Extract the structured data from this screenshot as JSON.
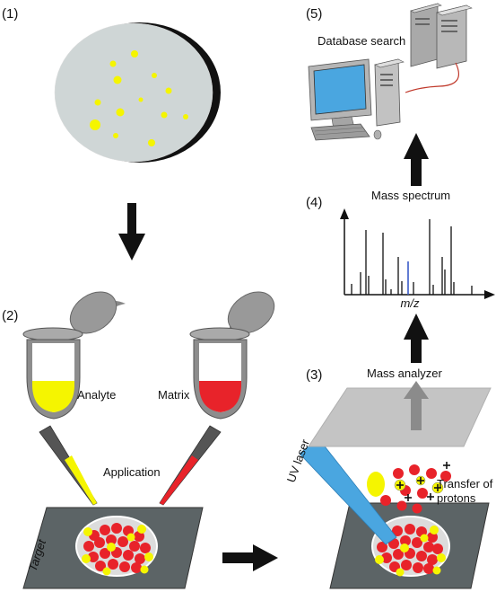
{
  "steps": {
    "s1": "(1)",
    "s2": "(2)",
    "s3": "(3)",
    "s4": "(4)",
    "s5": "(5)"
  },
  "labels": {
    "database_search": "Database search",
    "mass_spectrum": "Mass spectrum",
    "mz": "m/z",
    "mass_analyzer": "Mass analyzer",
    "analyte": "Analyte",
    "matrix": "Matrix",
    "application": "Application",
    "target": "Target",
    "uv_laser": "UV laser",
    "transfer_line1": "Transfer of",
    "transfer_line2": "protons"
  },
  "colors": {
    "analyte_yellow": "#f5f500",
    "matrix_red": "#e8232a",
    "laser_blue": "#4aa6e0",
    "petri_gray": "#cfd6d6",
    "target_plate": "#5c6466",
    "spectrum_highlight": "#3a5cc8"
  },
  "icons": {
    "petri_dish": "petri-dish-icon",
    "computer": "computer-icon",
    "server": "server-icon",
    "tube": "microcentrifuge-tube-icon",
    "pipette": "pipette-tip-icon"
  }
}
